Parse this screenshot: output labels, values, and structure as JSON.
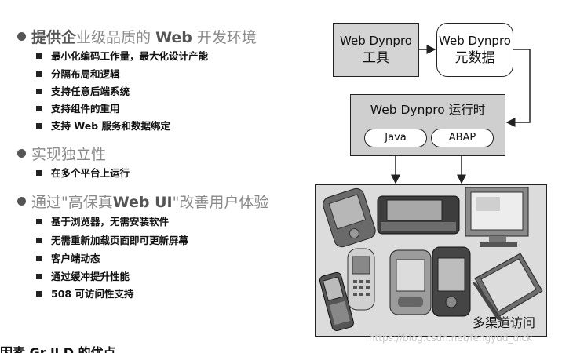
{
  "sections": [
    {
      "head_pre": "提供企",
      "head_mid": "业级品质的 ",
      "head_bold": "Web",
      "head_post": " 开发环境",
      "items": [
        "最小化编码工作量，最大化设计产能",
        "分隔布局和逻辑",
        "支持任意后端系统",
        "支持组件的重用",
        "支持 Web 服务和数据绑定"
      ]
    },
    {
      "head_pre": "",
      "head_mid": "实现独立性",
      "head_bold": "",
      "head_post": "",
      "items": [
        "在多个平台上运行"
      ]
    },
    {
      "head_pre": "",
      "head_mid": "通过\"高保真",
      "head_bold": "Web UI",
      "head_post": "\"改善用户体验",
      "items": [
        "基于浏览器，无需安装软件",
        "无需重新加载页面即可更新屏幕",
        "客户端动态",
        "通过缓冲提升性能",
        "508 可访问性支持"
      ]
    }
  ],
  "diagram": {
    "tool_line1": "Web Dynpro",
    "tool_line2": "工具",
    "meta_line1": "Web Dynpro",
    "meta_line2": "元数据",
    "runtime_title": "Web Dynpro 运行时",
    "java_label": "Java",
    "abap_label": "ABAP",
    "devices_label": "多渠道访问"
  },
  "footer_cut": "因素 Gr ll  D     的优点",
  "watermark": "https://blog.csdn.net/fengyud_dick",
  "colors": {
    "tool_fill": "#d4d4d4",
    "runtime_fill": "#cfcfcf",
    "devices_fill": "#dcdcdc"
  }
}
